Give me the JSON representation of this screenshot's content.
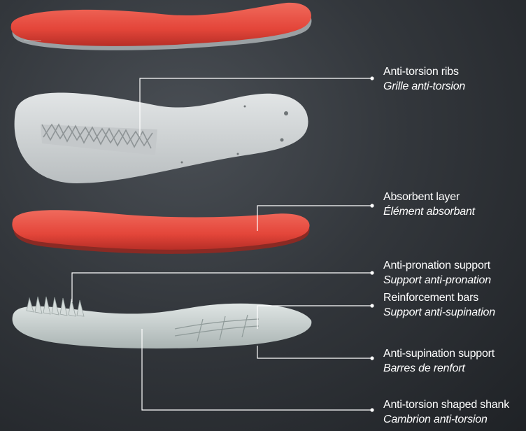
{
  "labels": [
    {
      "id": "anti-torsion-ribs",
      "en": "Anti-torsion ribs",
      "fr": "Grille anti-torsion"
    },
    {
      "id": "absorbent-layer",
      "en": "Absorbent layer",
      "fr": "Élément absorbant"
    },
    {
      "id": "anti-pronation-support",
      "en": "Anti-pronation support",
      "fr": "Support anti-pronation"
    },
    {
      "id": "reinforcement-bars",
      "en": "Reinforcement bars",
      "fr": "Support anti-supination"
    },
    {
      "id": "anti-supination-support",
      "en": "Anti-supination support",
      "fr": "Barres de renfort"
    },
    {
      "id": "anti-torsion-shaped-shank",
      "en": "Anti-torsion shaped shank",
      "fr": "Cambrion anti-torsion"
    }
  ],
  "colors": {
    "top_layer": "#e8473a",
    "absorbent_layer": "#e4463a",
    "grey_sole": "#d3d6d7",
    "shank": "#c9d2d0",
    "leader_line": "#ffffff",
    "text": "#ffffff"
  }
}
